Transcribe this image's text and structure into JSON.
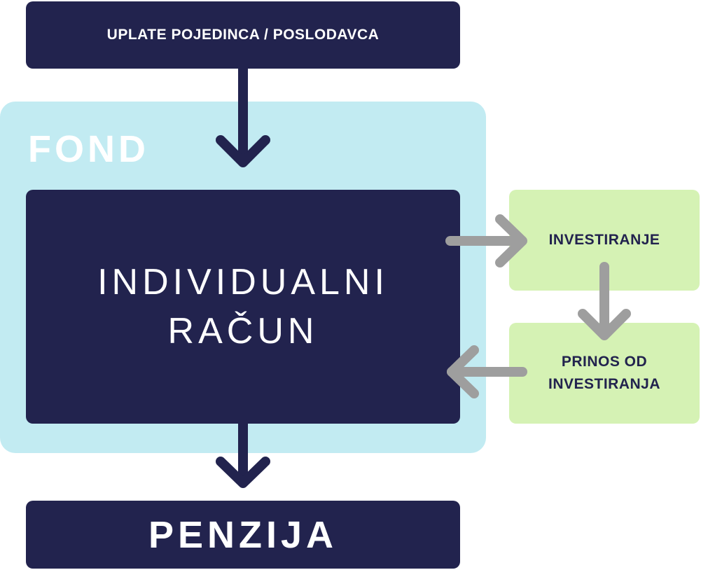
{
  "top_box": {
    "label": "UPLATE POJEDINCA / POSLODAVCA"
  },
  "fund": {
    "label": "FOND"
  },
  "account": {
    "line1": "INDIVIDUALNI",
    "line2": "RAČUN"
  },
  "investing": {
    "label": "INVESTIRANJE"
  },
  "returns": {
    "line1": "PRINOS OD",
    "line2": "INVESTIRANJA"
  },
  "pension": {
    "label": "PENZIJA"
  },
  "colors": {
    "navy": "#22234e",
    "fund_bg": "#c2ebf2",
    "green": "#d5f2b4",
    "arrow_gray": "#9e9e9e"
  }
}
